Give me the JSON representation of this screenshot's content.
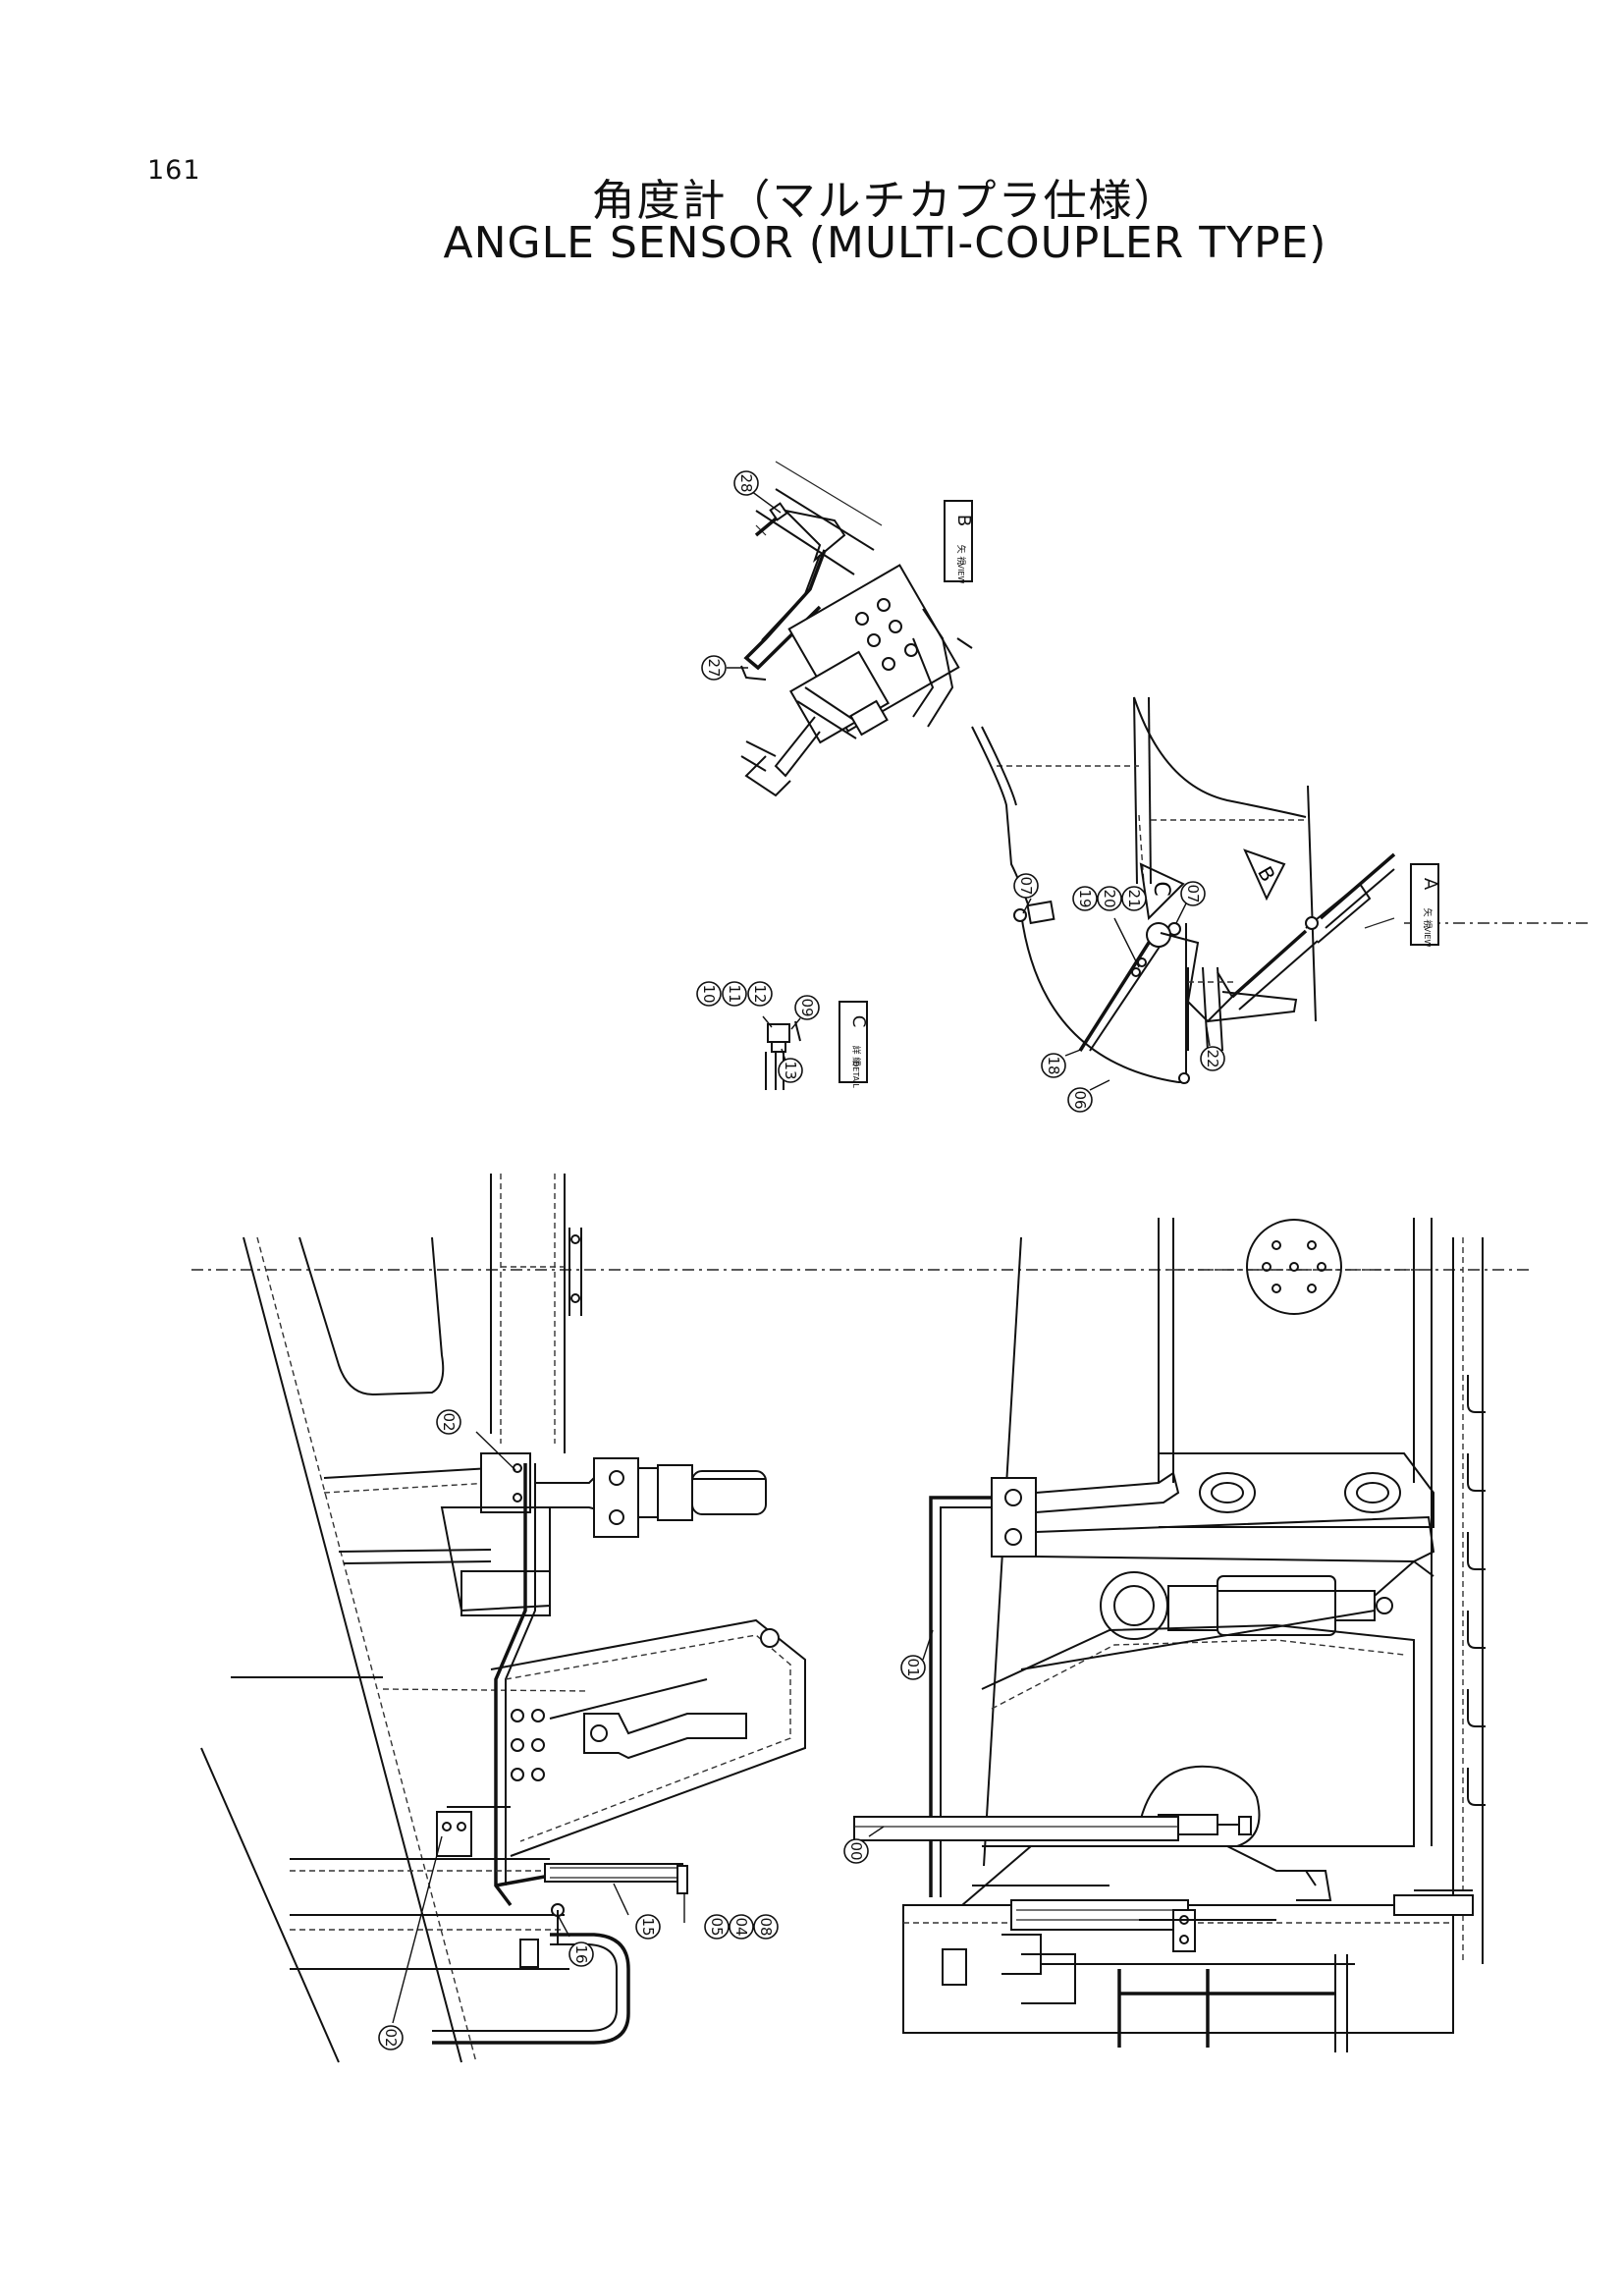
{
  "page_number": "161",
  "title_jp": "角度計（マルチカプラ仕様）",
  "title_en": "ANGLE SENSOR (MULTI-COUPLER TYPE)",
  "views": {
    "view_b": {
      "jp": "矢 視",
      "en": "VIEW",
      "letter": "B"
    },
    "view_a": {
      "jp": "矢 視",
      "en": "VIEW",
      "letter": "A"
    },
    "detail_c": {
      "jp": "詳 細",
      "en": "DETAIL",
      "letter": "C"
    }
  },
  "view_arrows": {
    "c": "C",
    "b": "B"
  },
  "callouts": {
    "c28": "28",
    "c27": "27",
    "c07a": "07",
    "c19": "19",
    "c20": "20",
    "c21": "21",
    "c07b": "07",
    "c18": "18",
    "c06": "06",
    "c22": "22",
    "c10": "10",
    "c11": "11",
    "c12": "12",
    "c09": "09",
    "c13": "13",
    "c02a": "02",
    "c01": "01",
    "c00": "00",
    "c15": "15",
    "c16": "16",
    "c05": "05",
    "c04": "04",
    "c08": "08",
    "c02b": "02"
  }
}
